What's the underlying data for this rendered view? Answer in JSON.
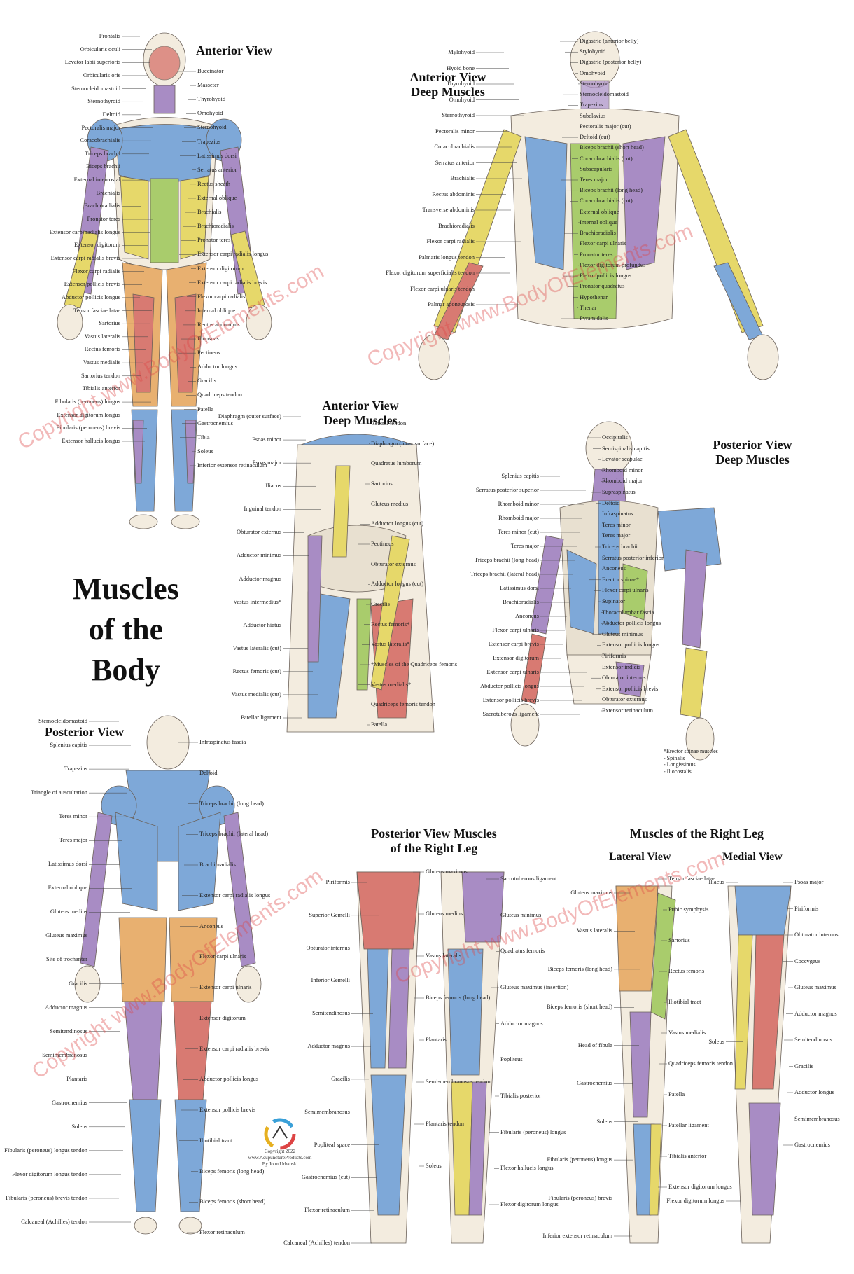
{
  "poster": {
    "title_lines": [
      "Muscles",
      "of the",
      "Body"
    ],
    "copyright_lines": [
      "Copyright 2022",
      "www.AcupunctureProducts.com",
      "By John Urbanski"
    ],
    "watermark": "Copyright www.BodyOfElements.com",
    "colors": {
      "blue": "#7ea8d8",
      "purple": "#a88cc4",
      "yellow": "#e6d86a",
      "green": "#a9cc6c",
      "orange": "#e8b070",
      "red": "#d87a72",
      "skin": "#f3ecdf",
      "watermark": "#e06060"
    }
  },
  "panels": {
    "anterior": {
      "title": "Anterior View",
      "left_labels": [
        "Frontalis",
        "Orbicularis oculi",
        "Levator labii superioris",
        "Orbicularis oris",
        "Sternocleidomastoid",
        "Sternothyroid",
        "Deltoid",
        "Pectoralis major",
        "Coracobrachialis",
        "Triceps brachii",
        "Biceps brachii",
        "External intercostal",
        "Brachialis",
        "Brachioradialis",
        "Pronator teres",
        "Extensor carpi radialis longus",
        "Extensor digitorum",
        "Extensor carpi radialis brevis",
        "Flexor carpi radialis",
        "Extensor pollicis brevis",
        "Abductor pollicis longus",
        "Tensor fasciae latae",
        "Sartorius",
        "Vastus lateralis",
        "Rectus femoris",
        "Vastus medialis",
        "Sartorius tendon",
        "Tibialis anterior",
        "Fibularis (peroneus) longus",
        "Extensor digitorum longus",
        "Fibularis (peroneus) brevis",
        "Extensor hallucis longus"
      ],
      "right_labels": [
        "Buccinator",
        "Masseter",
        "Thyrohyoid",
        "Omohyoid",
        "Sternohyoid",
        "Trapezius",
        "Latissimus dorsi",
        "Serratus anterior",
        "Rectus sheath",
        "External oblique",
        "Brachialis",
        "Brachioradialis",
        "Pronator teres",
        "Extensor carpi radialis longus",
        "Extensor digitorum",
        "Extensor carpi radialis brevis",
        "Flexor carpi radialis",
        "Internal oblique",
        "Rectus abdominis",
        "Iliopsoas",
        "Pectineus",
        "Adductor longus",
        "Gracilis",
        "Quadriceps tendon",
        "Patella",
        "Gastrocnemius",
        "Tibia",
        "Soleus",
        "Inferior extensor retinaculum"
      ]
    },
    "anterior_deep_upper": {
      "title": "Anterior View Deep Muscles",
      "left_labels": [
        "Mylohyoid",
        "Hyoid bone",
        "Thyrohyoid",
        "Omohyoid",
        "Sternothyroid",
        "Pectoralis minor",
        "Coracobrachialis",
        "Serratus anterior",
        "Brachialis",
        "Rectus abdominis",
        "Transverse abdominis",
        "Brachioradialis",
        "Flexor carpi radialis",
        "Palmaris longus tendon",
        "Flexor digitorum superficialis tendon",
        "Flexor carpi ulnaris tendon",
        "Palmar aponeurosis"
      ],
      "right_labels": [
        "Digastric (anterior belly)",
        "Stylohyoid",
        "Digastric (posterior belly)",
        "Omohyoid",
        "Sternohyoid",
        "Sternocleidomastoid",
        "Trapezius",
        "Subclavius",
        "Pectoralis major (cut)",
        "Deltoid (cut)",
        "Biceps brachii (short head)",
        "Coracobrachialis (cut)",
        "Subscapularis",
        "Teres major",
        "Biceps brachii (long head)",
        "Coracobrachialis (cut)",
        "External oblique",
        "Internal oblique",
        "Brachioradialis",
        "Flexor carpi ulnaris",
        "Pronator teres",
        "Flexor digitorum profundus",
        "Flexor pollicis longus",
        "Pronator quadratus",
        "Hypothenar",
        "Thenar",
        "Pyramidalis"
      ]
    },
    "anterior_deep_pelvis": {
      "title": "Anterior View Deep Muscles",
      "left_labels": [
        "Diaphragm (outer surface)",
        "Psoas minor",
        "Psoas major",
        "Iliacus",
        "Inguinal tendon",
        "Obturator externus",
        "Adductor minimus",
        "Adductor magnus",
        "Vastus intermedius*",
        "Adductor hiatus",
        "Vastus lateralis (cut)",
        "Rectus femoris (cut)",
        "Vastus medialis (cut)",
        "Patellar ligament"
      ],
      "right_labels": [
        "Central tendon",
        "Diaphragm (inner surface)",
        "Quadratus lumborum",
        "Sartorius",
        "Gluteus medius",
        "Adductor longus (cut)",
        "Pectineus",
        "Obturator externus",
        "Adductor longus (cut)",
        "Gracilis",
        "Rectus femoris*",
        "Vastus lateralis*",
        "*Muscles of the Quadriceps femoris",
        "Vastus medialis*",
        "Quadriceps femoris tendon",
        "Patella"
      ]
    },
    "posterior_deep": {
      "title": "Posterior View Deep Muscles",
      "left_labels": [
        "Splenius capitis",
        "Serratus posterior superior",
        "Rhomboid minor",
        "Rhomboid major",
        "Teres minor (cut)",
        "Teres major",
        "Triceps brachii (long head)",
        "Triceps brachii (lateral head)",
        "Latissimus dorsi",
        "Brachioradialis",
        "Anconeus",
        "Flexor carpi ulnaris",
        "Extensor carpi brevis",
        "Extensor digitorum",
        "Extensor carpi ulnaris",
        "Abductor pollicis longus",
        "Extensor pollicis brevis",
        "Sacrotuberous ligament"
      ],
      "right_labels": [
        "Occipitalis",
        "Semispinalis capitis",
        "Levator scapulae",
        "Rhomboid minor",
        "Rhomboid major",
        "Supraspinatus",
        "Deltoid",
        "Infraspinatus",
        "Teres minor",
        "Teres major",
        "Triceps brachii",
        "Serratus posterior inferior",
        "Anconeus",
        "Erector spinae*",
        "Flexor carpi ulnaris",
        "Supinator",
        "Thoracolumbar fascia",
        "Abductor pollicis longus",
        "Gluteus minimus",
        "Extensor pollicis longus",
        "Piriformis",
        "Extensor indicis",
        "Obturator internus",
        "Extensor pollicis brevis",
        "Obturator externus",
        "Extensor retinaculum"
      ],
      "note_lines": [
        "*Erector spinae muscles",
        "- Spinalis",
        "- Longissimus",
        "- Iliocostalis"
      ]
    },
    "posterior": {
      "title": "Posterior View",
      "left_labels": [
        "Sternocleidomastoid",
        "Splenius capitis",
        "Trapezius",
        "Triangle of auscultation",
        "Teres minor",
        "Teres major",
        "Latissimus dorsi",
        "External oblique",
        "Gluteus medius",
        "Gluteus maximus",
        "Site of trochanter",
        "Gracilis",
        "Adductor magnus",
        "Semitendinosus",
        "Semimembranosus",
        "Plantaris",
        "Gastrocnemius",
        "Soleus",
        "Fibularis (peroneus) longus tendon",
        "Flexor digitorum longus tendon",
        "Fibularis (peroneus) brevis tendon",
        "Calcaneal (Achilles) tendon"
      ],
      "right_labels": [
        "Infraspinatus fascia",
        "Deltoid",
        "Triceps brachii (long head)",
        "Triceps brachii (lateral head)",
        "Brachioradialis",
        "Extensor carpi radialis longus",
        "Anconeus",
        "Flexor carpi ulnaris",
        "Extensor carpi ulnaris",
        "Extensor digitorum",
        "Extensor carpi radialis brevis",
        "Abductor pollicis longus",
        "Extensor pollicis brevis",
        "Iliotibial tract",
        "Biceps femoris (long head)",
        "Biceps femoris (short head)",
        "Flexor retinaculum"
      ]
    },
    "posterior_leg": {
      "title": "Posterior View Muscles of the Right Leg",
      "left_labels": [
        "Piriformis",
        "Superior Gemelli",
        "Obturator internus",
        "Inferior Gemelli",
        "Semitendinosus",
        "Adductor magnus",
        "Gracilis",
        "Semimembranosus",
        "Popliteal space",
        "Gastrocnemius (cut)",
        "Flexor retinaculum",
        "Calcaneal (Achilles) tendon"
      ],
      "mid_labels": [
        "Gluteus maximus",
        "Gluteus medius",
        "Vastus lateralis",
        "Biceps femoris (long head)",
        "Plantaris",
        "Semi-membranosus tendon",
        "Plantaris tendon",
        "Soleus"
      ],
      "right_labels": [
        "Sacrotuberous ligament",
        "Gluteus minimus",
        "Quadratus femoris",
        "Gluteus maximus (insertion)",
        "Adductor magnus",
        "Popliteus",
        "Tibialis posterior",
        "Fibularis (peroneus) longus",
        "Flexor hallucis longus",
        "Flexor digitorum longus"
      ]
    },
    "right_leg": {
      "title": "Muscles of the Right Leg",
      "lateral_title": "Lateral View",
      "medial_title": "Medial View",
      "lateral_left_labels": [
        "Gluteus maximus",
        "Vastus lateralis",
        "Biceps femoris (long head)",
        "Biceps femoris (short head)",
        "Head of fibula",
        "Gastrocnemius",
        "Soleus",
        "Fibularis (peroneus) longus",
        "Fibularis (peroneus) brevis",
        "Inferior extensor retinaculum"
      ],
      "lateral_right_labels": [
        "Tensor fasciae latae",
        "Pubic symphysis",
        "Sartorius",
        "Rectus femoris",
        "Iliotibial tract",
        "Vastus medialis",
        "Quadriceps femoris tendon",
        "Patella",
        "Patellar ligament",
        "Tibialis anterior",
        "Extensor digitorum longus"
      ],
      "medial_left_labels": [
        "Iliacus",
        "Soleus",
        "Flexor digitorum longus"
      ],
      "medial_right_labels": [
        "Psoas major",
        "Piriformis",
        "Obturator internus",
        "Coccygeus",
        "Gluteus maximus",
        "Adductor magnus",
        "Semitendinosus",
        "Gracilis",
        "Adductor longus",
        "Semimembranosus",
        "Gastrocnemius"
      ]
    }
  }
}
